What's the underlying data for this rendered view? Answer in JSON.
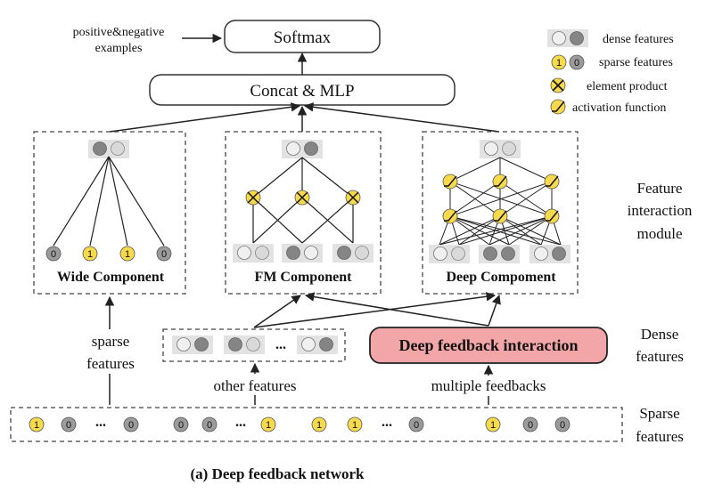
{
  "colors": {
    "yellow": "#f7d94c",
    "gray": "#9b9b9b",
    "light": "#f0f0f0",
    "chip": "#e2e2e2",
    "dark": "#858585",
    "pink": "#f3a6a8",
    "stroke": "#333333"
  },
  "top": {
    "softmax": "Softmax",
    "concat": "Concat & MLP",
    "pos_neg_line1": "positive&negative",
    "pos_neg_line2": "examples"
  },
  "legend": {
    "dense": "dense features",
    "sparse": "sparse features",
    "product": "element product",
    "activation": "activation function",
    "one": "1",
    "zero": "0"
  },
  "components": {
    "wide": "Wide Component",
    "fm": "FM Component",
    "deep": "Deep Compoment",
    "wide_values": [
      "0",
      "1",
      "1",
      "0"
    ]
  },
  "right_labels": {
    "fim": [
      "Feature",
      "interaction",
      "module"
    ],
    "dense": [
      "Dense",
      "features"
    ],
    "sparse": [
      "Sparse",
      "features"
    ]
  },
  "middle": {
    "sparse_features": [
      "sparse",
      "features"
    ],
    "other_features": "other features",
    "multiple_feedbacks": "multiple feedbacks",
    "dfi": "Deep feedback interaction",
    "ellipsis": "..."
  },
  "sparse_row": [
    "1",
    "0",
    "...",
    "0",
    "0",
    "0",
    "...",
    "1",
    "1",
    "1",
    "...",
    "0",
    "1",
    "0",
    "0"
  ],
  "caption": "(a) Deep feedback network"
}
